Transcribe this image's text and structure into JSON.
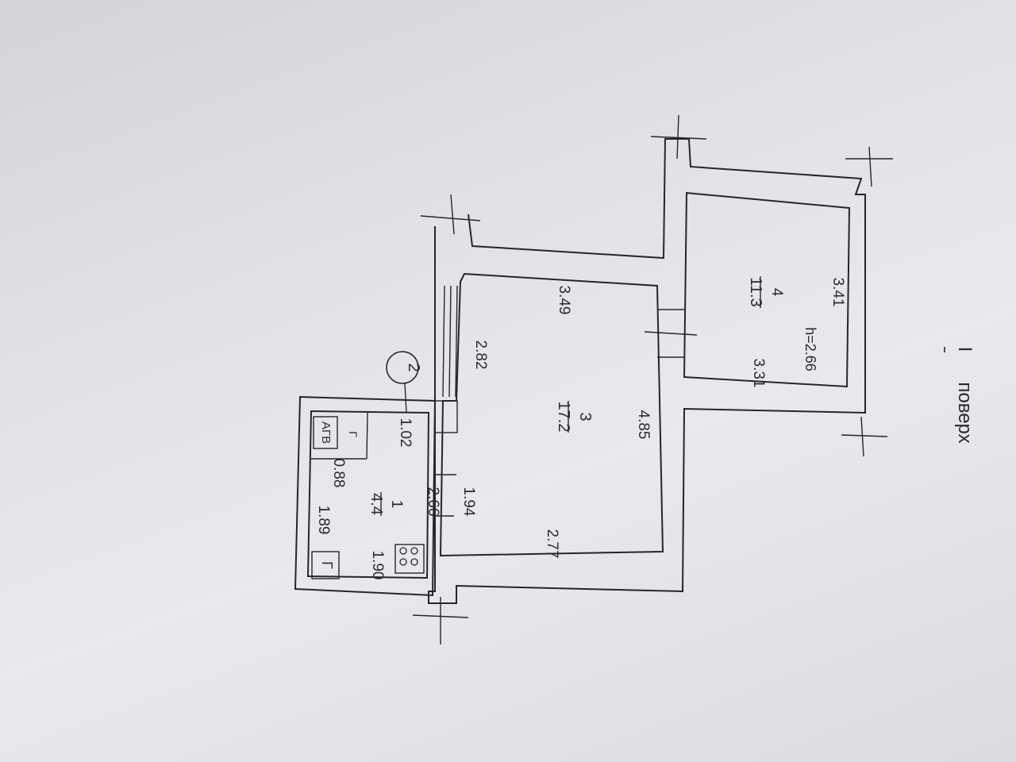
{
  "floor": {
    "roman": "I",
    "word": "поверх"
  },
  "marker": {
    "number": "2"
  },
  "rooms": [
    {
      "id": "room-3",
      "number": "3",
      "area": "17.2",
      "dims": [
        "3.49",
        "4.85",
        "2.77",
        "2.82"
      ]
    },
    {
      "id": "room-4",
      "number": "4",
      "area": "11.3",
      "dims": [
        "3.41",
        "3.31"
      ],
      "height": "h=2.66"
    },
    {
      "id": "room-1",
      "number": "1",
      "area": "4.4",
      "dims": [
        "1.02",
        "0.88",
        "1.89",
        "1.90",
        "2.66",
        "1.94"
      ]
    }
  ],
  "fixtures": {
    "stove_glyph": "Г",
    "boiler_label": "АГВ",
    "small_glyph": "Г"
  }
}
